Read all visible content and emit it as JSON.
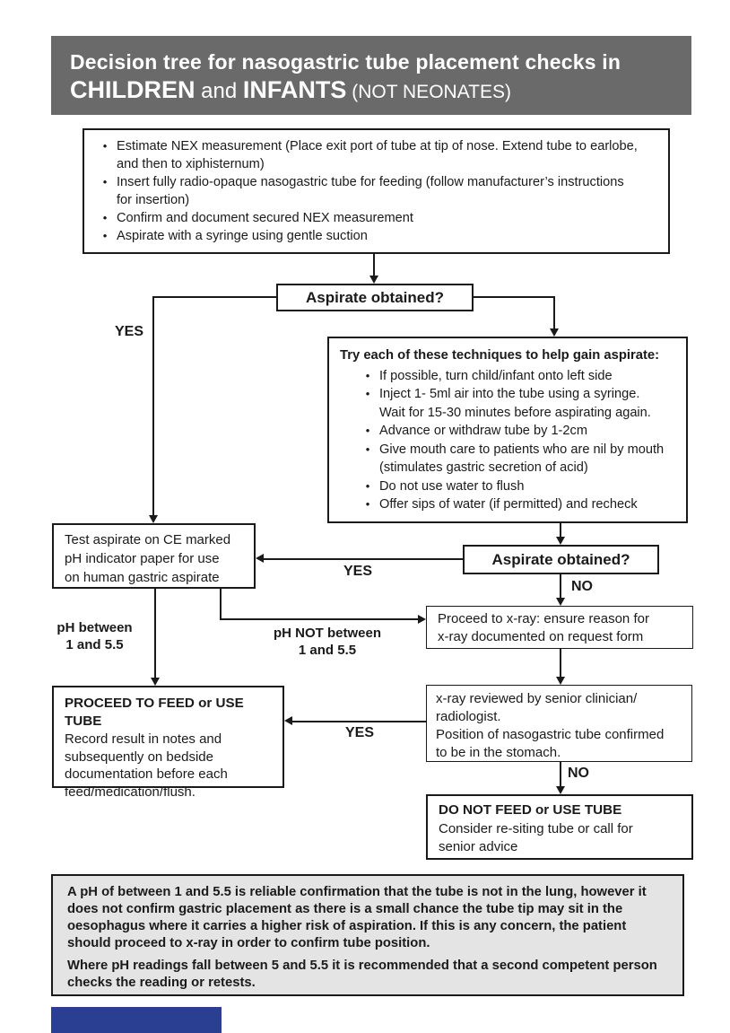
{
  "header": {
    "line1": "Decision tree for nasogastric tube placement checks in",
    "children": "CHILDREN",
    "and": " and ",
    "infants": "INFANTS",
    "not_neonates": " (NOT NEONATES)"
  },
  "prep_box": {
    "bullets": [
      "Estimate NEX measurement (Place exit port of tube at tip of nose. Extend tube to earlobe,\nand then to xiphisternum)",
      "Insert fully radio-opaque nasogastric tube for feeding (follow manufacturer’s instructions\nfor insertion)",
      "Confirm and document secured NEX measurement",
      "Aspirate with a syringe using gentle suction"
    ]
  },
  "decision1": {
    "label": "Aspirate obtained?"
  },
  "techniques_box": {
    "title": "Try each of these techniques to help gain aspirate:",
    "bullets": [
      "If possible, turn child/infant onto left side",
      "Inject 1- 5ml air into the tube using a syringe.\nWait for 15-30 minutes before aspirating again.",
      "Advance or withdraw tube by 1-2cm",
      "Give mouth care to patients who are nil by mouth\n(stimulates gastric secretion of acid)",
      "Do not use water to flush",
      "Offer sips of water (if permitted) and recheck"
    ]
  },
  "test_box": {
    "text": "Test aspirate on CE marked\npH indicator paper for use\non human gastric aspirate"
  },
  "decision2": {
    "label": "Aspirate obtained?"
  },
  "edge_labels": {
    "yes1": "YES",
    "yes2": "YES",
    "yes3": "YES",
    "no1": "NO",
    "no2": "NO",
    "ph_between": "pH between\n1 and 5.5",
    "ph_not_between": "pH NOT between\n1 and 5.5"
  },
  "xray_request_box": {
    "text": "Proceed to x-ray: ensure reason for\nx-ray documented on request form"
  },
  "proceed_feed_box": {
    "title": "PROCEED TO FEED or USE TUBE",
    "body": "Record result in notes and\nsubsequently on bedside\ndocumentation before each\nfeed/medication/flush."
  },
  "xray_review_box": {
    "text": "x-ray reviewed by senior clinician/\nradiologist.\nPosition of nasogastric tube confirmed\nto be in the stomach."
  },
  "do_not_feed_box": {
    "title": "DO NOT FEED or USE TUBE",
    "body": "Consider re-siting tube or call for\nsenior advice"
  },
  "footer_note": {
    "p1": "A pH of between 1 and 5.5 is reliable confirmation that the tube is not in the lung, however it does not confirm gastric placement as there is a small chance the tube tip may sit in the oesophagus where it carries a higher risk of aspiration. If this is any concern, the patient should proceed to x-ray in order to confirm tube position.",
    "p2": "Where pH readings fall between 5 and 5.5 it is recommended that a second competent person checks the reading or retests."
  },
  "colors": {
    "header_bg": "#6a6a6a",
    "note_bg": "#e4e4e4",
    "line": "#1a1a1a",
    "logo_bar_blue": "#2b3f92"
  }
}
